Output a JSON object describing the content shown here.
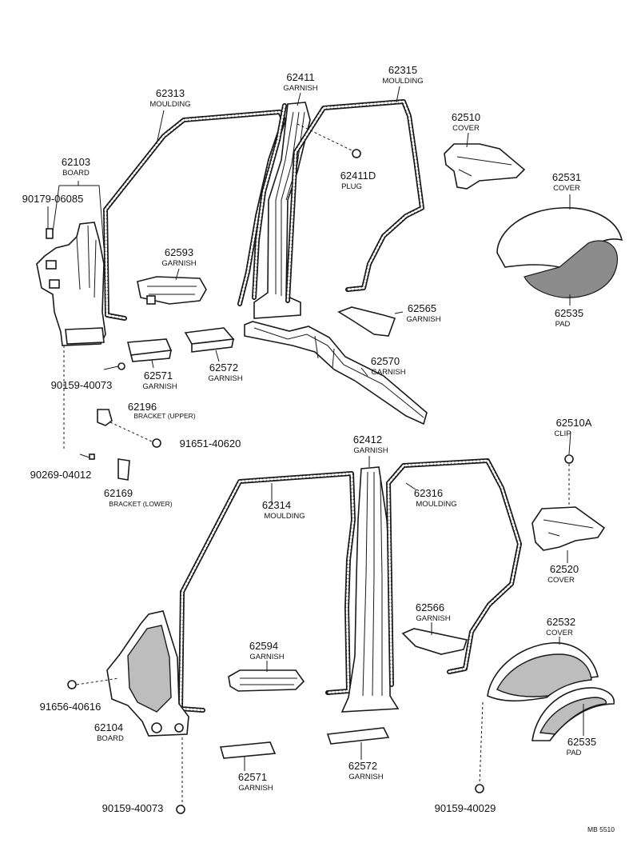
{
  "callouts": [
    {
      "id": "c-62313",
      "number": "62313",
      "name": "MOULDING"
    },
    {
      "id": "c-62411",
      "number": "62411",
      "name": "GARNISH"
    },
    {
      "id": "c-62315",
      "number": "62315",
      "name": "MOULDING"
    },
    {
      "id": "c-62510",
      "number": "62510",
      "name": "COVER"
    },
    {
      "id": "c-62103",
      "number": "62103",
      "name": "BOARD"
    },
    {
      "id": "c-90179-06085",
      "number": "90179-06085",
      "name": ""
    },
    {
      "id": "c-62411D",
      "number": "62411D",
      "name": "PLUG"
    },
    {
      "id": "c-62531",
      "number": "62531",
      "name": "COVER"
    },
    {
      "id": "c-62593",
      "number": "62593",
      "name": "GARNISH"
    },
    {
      "id": "c-62535-upper",
      "number": "62535",
      "name": "PAD"
    },
    {
      "id": "c-62565",
      "number": "62565",
      "name": "GARNISH"
    },
    {
      "id": "c-62570",
      "number": "62570",
      "name": "GARNISH"
    },
    {
      "id": "c-62571-upper",
      "number": "62571",
      "name": "GARNISH"
    },
    {
      "id": "c-62572-upper",
      "number": "62572",
      "name": "GARNISH"
    },
    {
      "id": "c-90159-40073-upper",
      "number": "90159-40073",
      "name": ""
    },
    {
      "id": "c-62196",
      "number": "62196",
      "name": "BRACKET (UPPER)"
    },
    {
      "id": "c-91651-40620",
      "number": "91651-40620",
      "name": ""
    },
    {
      "id": "c-62510A",
      "number": "62510A",
      "name": "CLIP"
    },
    {
      "id": "c-62412",
      "number": "62412",
      "name": "GARNISH"
    },
    {
      "id": "c-90269-04012",
      "number": "90269-04012",
      "name": ""
    },
    {
      "id": "c-62169",
      "number": "62169",
      "name": "BRACKET (LOWER)"
    },
    {
      "id": "c-62316",
      "number": "62316",
      "name": "MOULDING"
    },
    {
      "id": "c-62314",
      "number": "62314",
      "name": "MOULDING"
    },
    {
      "id": "c-62520",
      "number": "62520",
      "name": "COVER"
    },
    {
      "id": "c-62566",
      "number": "62566",
      "name": "GARNISH"
    },
    {
      "id": "c-62532",
      "number": "62532",
      "name": "COVER"
    },
    {
      "id": "c-62594",
      "number": "62594",
      "name": "GARNISH"
    },
    {
      "id": "c-91656-40616",
      "number": "91656-40616",
      "name": ""
    },
    {
      "id": "c-62104",
      "number": "62104",
      "name": "BOARD"
    },
    {
      "id": "c-62535-lower",
      "number": "62535",
      "name": "PAD"
    },
    {
      "id": "c-62571-lower",
      "number": "62571",
      "name": "GARNISH"
    },
    {
      "id": "c-62572-lower",
      "number": "62572",
      "name": "GARNISH"
    },
    {
      "id": "c-90159-40073-lower",
      "number": "90159-40073",
      "name": ""
    },
    {
      "id": "c-90159-40029",
      "number": "90159-40029",
      "name": ""
    }
  ],
  "reference_code": "MB 5510",
  "colors": {
    "line": "#1a1a1a",
    "background": "#ffffff",
    "shade": "#8c8c8c"
  }
}
